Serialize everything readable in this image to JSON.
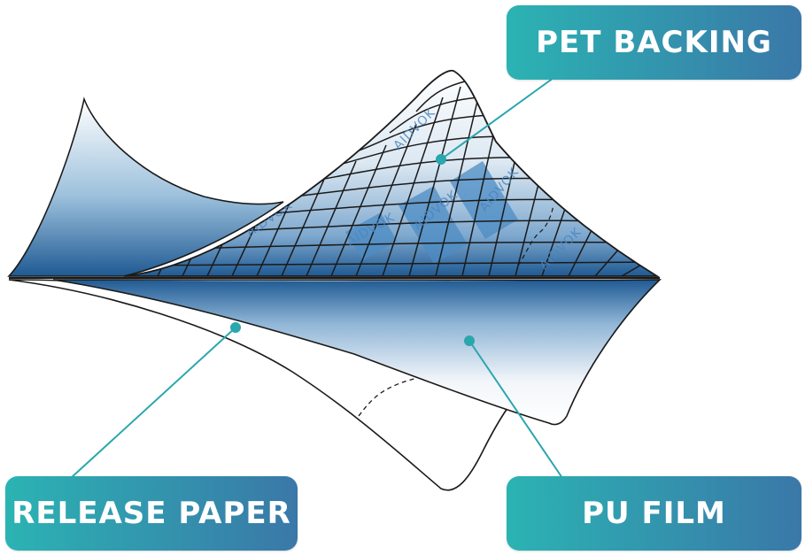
{
  "labels": {
    "pet_backing": "PET BACKING",
    "release_paper": "RELEASE PAPER",
    "pu_film": "PU FILM"
  },
  "brand_marks": [
    "AIDVOK",
    "AIDVOK",
    "AIDVOK",
    "AIDVOK",
    "AIDVOK",
    "AIDVOK"
  ],
  "colors": {
    "callout_gradient_start": "#2bb3b3",
    "callout_gradient_end": "#3a78a8",
    "leader_line": "#2aa6ad",
    "film_blue": "#1f5a93",
    "grid_line": "#1a1a1a"
  }
}
